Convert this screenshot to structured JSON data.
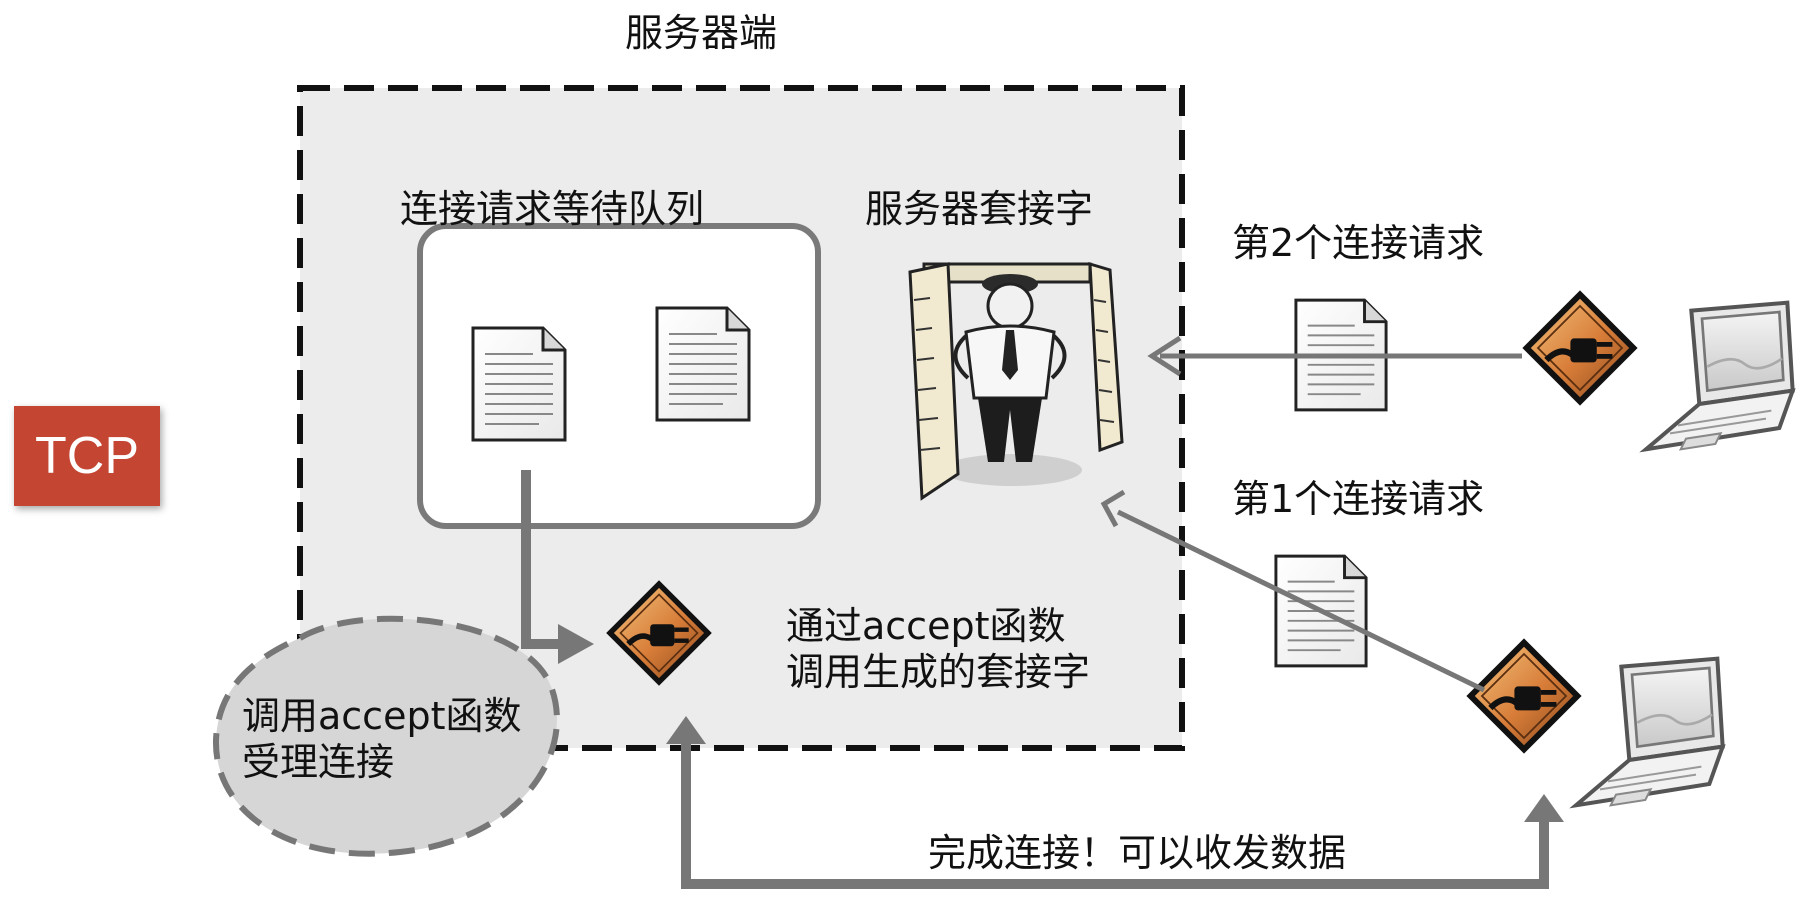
{
  "badge": {
    "text": "TCP",
    "color": "#c44532"
  },
  "labels": {
    "server_side": "服务器端",
    "queue": "连接请求等待队列",
    "server_socket": "服务器套接字",
    "request_2": "第2个连接请求",
    "request_1": "第1个连接请求",
    "accept_socket_line1": "通过accept函数",
    "accept_socket_line2": "调用生成的套接字",
    "accept_call_line1": "调用accept函数",
    "accept_call_line2": "受理连接",
    "connection_done": "完成连接！可以收发数据"
  },
  "icons": {
    "document": "document-icon",
    "socket": "plug-socket-icon",
    "laptop": "laptop-icon",
    "doorkeeper": "doorman-icon"
  }
}
